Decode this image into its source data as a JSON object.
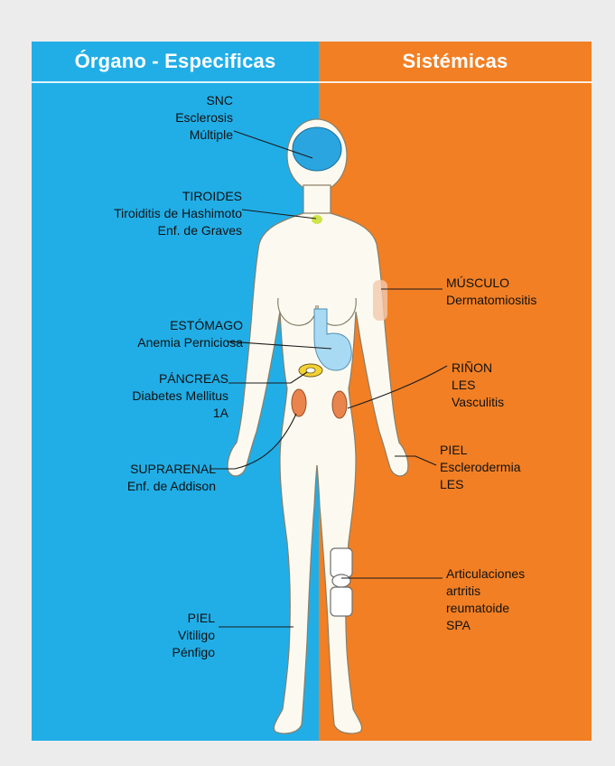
{
  "headers": {
    "left": "Órgano - Especificas",
    "right": "Sistémicas"
  },
  "colors": {
    "left_panel": "#21aee7",
    "right_panel": "#f27f24",
    "background": "#ececec",
    "body": "#fcfaf0"
  },
  "labels": {
    "snc": {
      "title": "SNC",
      "line1": "Esclerosis",
      "line2": "Múltiple"
    },
    "tiroides": {
      "title": "TIROIDES",
      "line1": "Tiroiditis de Hashimoto",
      "line2": "Enf. de Graves"
    },
    "estomago": {
      "title": "ESTÓMAGO",
      "line1": "Anemia Perniciosa"
    },
    "pancreas": {
      "title": "PÁNCREAS",
      "line1": "Diabetes Mellitus",
      "line2": "1A"
    },
    "suprarenal": {
      "title": "SUPRARENAL",
      "line1": "Enf. de Addison"
    },
    "piel_left": {
      "title": "PIEL",
      "line1": "Vitiligo",
      "line2": "Pénfigo"
    },
    "musculo": {
      "title": "MÚSCULO",
      "line1": "Dermatomiositis"
    },
    "rinon": {
      "title": "RIÑON",
      "line1": "LES",
      "line2": "Vasculitis"
    },
    "piel_right": {
      "title": "PIEL",
      "line1": "Esclerodermia",
      "line2": "LES"
    },
    "articulaciones": {
      "title": "Articulaciones",
      "line1": "artritis",
      "line2": "reumatoide",
      "line3": "SPA"
    }
  }
}
